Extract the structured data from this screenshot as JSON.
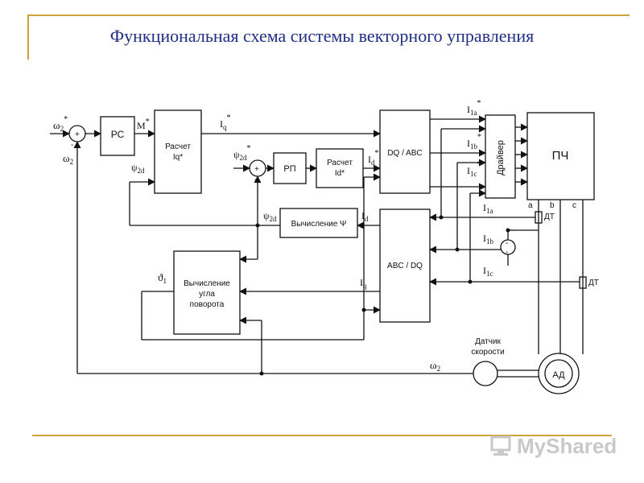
{
  "title": "Функциональная схема системы векторного управления",
  "blocks": {
    "pc": "РС",
    "calc_iq": [
      "Расчет",
      "Iq*"
    ],
    "rp": "РП",
    "calc_id": [
      "Расчет",
      "Id*"
    ],
    "dq_abc": "DQ / ABC",
    "driver": "Драйвер",
    "pch": "ПЧ",
    "calc_psi": "Вычисление Ψ",
    "abc_dq": "ABC / DQ",
    "calc_angle": [
      "Вычисление",
      "угла",
      "поворота"
    ],
    "motor": "АД",
    "speed_sensor": [
      "Датчик",
      "скорости"
    ],
    "current_sensor": "ДТ"
  },
  "signals": {
    "omega": "ω",
    "psi": "ψ",
    "theta": "ϑ",
    "m_star": "М",
    "star": "*",
    "plus": "+",
    "minus": "-",
    "phase_a": "a",
    "phase_b": "b",
    "phase_c": "c",
    "I": "I",
    "sub_2": "2",
    "sub_2d": "2d",
    "sub_q": "q",
    "sub_d": "d",
    "sub_1": "1",
    "sub_1a": "1a",
    "sub_1b": "1b",
    "sub_1c": "1c"
  },
  "logo": {
    "text": "MyShared"
  },
  "colors": {
    "accent": "#c9a43a",
    "title": "#1f2f86",
    "line": "#111111",
    "logo": "#c9c9c9"
  }
}
